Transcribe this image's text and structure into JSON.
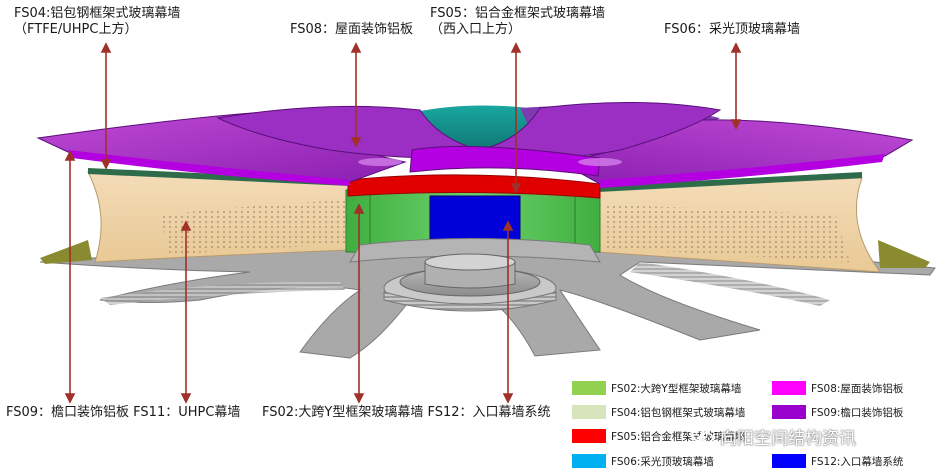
{
  "labels": {
    "fs04_line1": "FS04:铝包钢框架式玻璃幕墙",
    "fs04_line2": "（FTFE/UHPC上方）",
    "fs08": "FS08：屋面装饰铝板",
    "fs05_line1": "FS05：铝合金框架式玻璃幕墙",
    "fs05_line2": "（西入口上方）",
    "fs06": "FS06：采光顶玻璃幕墙",
    "fs09_fs11": "FS09：檐口装饰铝板  FS11：UHPC幕墙",
    "fs02_fs12": "FS02:大跨Y型框架玻璃幕墙  FS12：入口幕墙系统"
  },
  "legend": [
    {
      "label": "FS02:大跨Y型框架玻璃幕墙",
      "color": "#92d050"
    },
    {
      "label": "FS08:屋面装饰铝板",
      "color": "#ff00ff"
    },
    {
      "label": "FS04:铝包钢框架式玻璃幕墙",
      "color": "#d8e4bc"
    },
    {
      "label": "FS09:檐口装饰铝板",
      "color": "#9900cc"
    },
    {
      "label": "FS05:铝合金框架式玻璃幕墙",
      "color": "#ff0000"
    },
    {
      "label": "",
      "color": "#ffffff"
    },
    {
      "label": "FS06:采光顶玻璃幕墙",
      "color": "#00b0f0"
    },
    {
      "label": "FS12:入口幕墙系统",
      "color": "#0000ff"
    }
  ],
  "watermark": {
    "text": "向阳空间结构资讯",
    "icon": "wechat-icon"
  }
}
